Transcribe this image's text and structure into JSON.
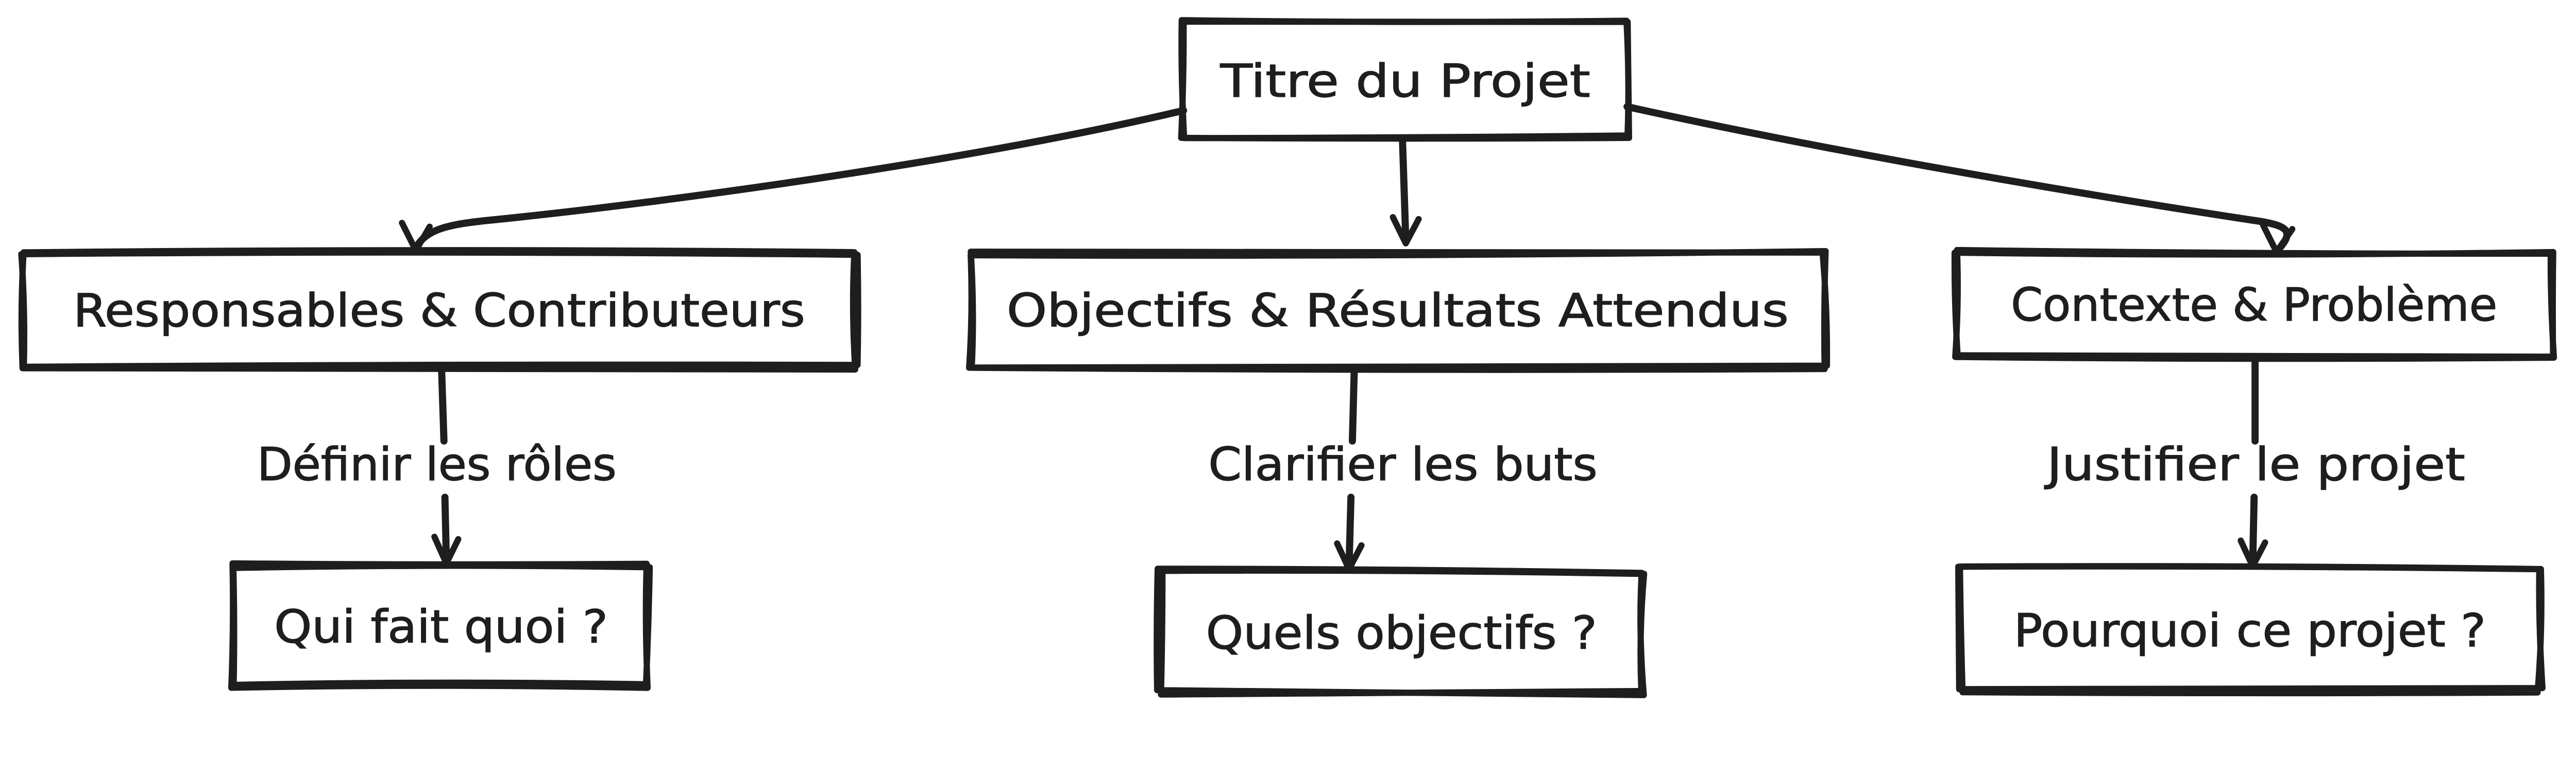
{
  "diagram": {
    "colors": {
      "background": "#ffffff",
      "stroke": "#1e1e1e",
      "text": "#1e1e1e"
    },
    "root": {
      "label": "Titre du Projet"
    },
    "branches": [
      {
        "node_label": "Responsables & Contributeurs",
        "edge_label": "Définir les rôles",
        "leaf_label": "Qui fait quoi ?"
      },
      {
        "node_label": "Objectifs & Résultats Attendus",
        "edge_label": "Clarifier les buts",
        "leaf_label": "Quels objectifs ?"
      },
      {
        "node_label": "Contexte & Problème",
        "edge_label": "Justifier le projet",
        "leaf_label": "Pourquoi ce projet ?"
      }
    ]
  }
}
